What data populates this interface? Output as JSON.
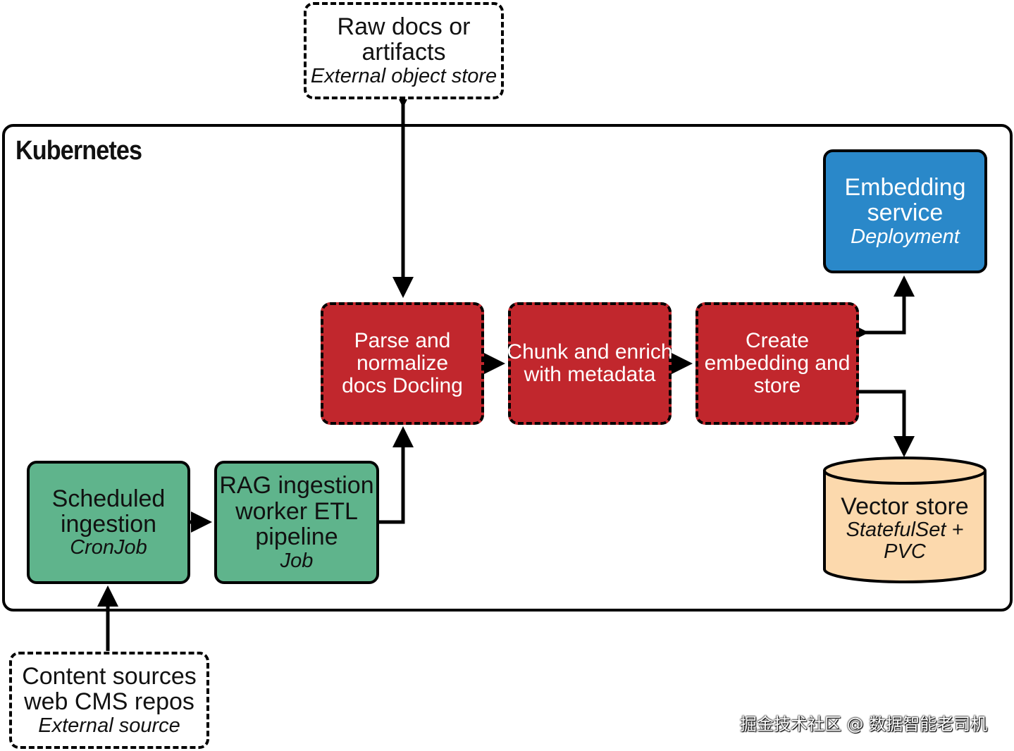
{
  "cluster": {
    "title": "Kubernetes"
  },
  "nodes": {
    "raw_docs": {
      "line1": "Raw docs or",
      "line2": "artifacts",
      "sub": "External object store"
    },
    "content_sources": {
      "line1": "Content sources",
      "line2": "web CMS repos",
      "sub": "External source"
    },
    "scheduled_ingestion": {
      "line1": "Scheduled",
      "line2": "ingestion",
      "sub": "CronJob"
    },
    "rag_worker": {
      "line1": "RAG ingestion",
      "line2": "worker ETL",
      "line3": "pipeline",
      "sub": "Job"
    },
    "parse": {
      "line1": "Parse and",
      "line2": "normalize",
      "line3": "docs Docling"
    },
    "chunk": {
      "line1": "Chunk and enrich",
      "line2": "with metadata"
    },
    "create_embedding": {
      "line1": "Create",
      "line2": "embedding and",
      "line3": "store"
    },
    "embedding_service": {
      "line1": "Embedding",
      "line2": "service",
      "sub": "Deployment"
    },
    "vector_store": {
      "line1": "Vector store",
      "line2": "StatefulSet +",
      "line3": "PVC"
    }
  },
  "colors": {
    "green": "#5fb48c",
    "red": "#c1272d",
    "blue": "#2a88c9",
    "cylinder": "#fcd9ad"
  },
  "watermark": "掘金技术社区 @ 数据智能老司机"
}
